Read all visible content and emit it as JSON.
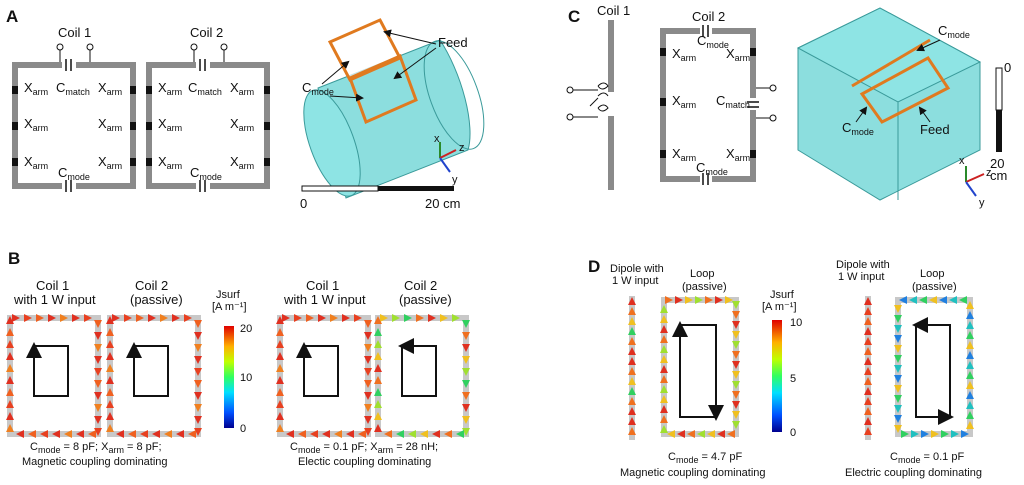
{
  "panels": {
    "a": "A",
    "b": "B",
    "c": "C",
    "d": "D"
  },
  "a": {
    "coil1": "Coil 1",
    "coil2": "Coil 2",
    "xarm": "X",
    "xarm_sub": "arm",
    "cmatch": "C",
    "cmatch_sub": "match",
    "cmode": "C",
    "cmode_sub": "mode",
    "feed": "Feed",
    "scale_start": "0",
    "scale_end": "20 cm",
    "axis_x": "x",
    "axis_z": "z",
    "axis_y": "y"
  },
  "b": {
    "coil1": "Coil 1",
    "with_input": "with 1 W input",
    "coil2": "Coil 2",
    "passive": "(passive)",
    "jsurf": "Jsurf",
    "jsurf_unit": "[A m⁻¹]",
    "scale_max": "20",
    "scale_mid": "10",
    "scale_min": "0",
    "left_caption1": "C",
    "left_caption1_sub": "mode",
    "left_caption1_rest": " = 8 pF; X",
    "left_caption1_sub2": "arm",
    "left_caption1_rest2": " = 8 pF;",
    "left_caption2": "Magnetic coupling dominating",
    "right_caption1": "C",
    "right_caption1_sub": "mode",
    "right_caption1_rest": " = 0.1 pF; X",
    "right_caption1_sub2": "arm",
    "right_caption1_rest2": " = 28 nH;",
    "right_caption2": "Electic coupling dominating"
  },
  "c": {
    "coil1": "Coil 1",
    "coil2": "Coil 2",
    "cmode": "C",
    "cmode_sub": "mode",
    "xarm": "X",
    "xarm_sub": "arm",
    "cmatch": "C",
    "cmatch_sub": "match",
    "feed": "Feed",
    "scale_top": "0",
    "scale_bottom": "20",
    "scale_unit": "cm",
    "axis_x": "x",
    "axis_z": "z",
    "axis_y": "y"
  },
  "d": {
    "dipole1": "Dipole with",
    "dipole2": "1 W input",
    "loop": "Loop",
    "passive": "(passive)",
    "jsurf": "Jsurf",
    "jsurf_unit": "[A m⁻¹]",
    "scale_max": "10",
    "scale_mid": "5",
    "scale_min": "0",
    "left_caption1": "C",
    "left_caption1_sub": "mode",
    "left_caption1_rest": " = 4.7 pF",
    "left_caption2": "Magnetic coupling dominating",
    "right_caption1": "C",
    "right_caption1_sub": "mode",
    "right_caption1_rest": " = 0.1 pF",
    "right_caption2": "Electric coupling dominating"
  },
  "colors": {
    "coil": "#8a8a8a",
    "cyan": "#6fd6d6",
    "orange": "#e07a1f",
    "black": "#111111"
  }
}
